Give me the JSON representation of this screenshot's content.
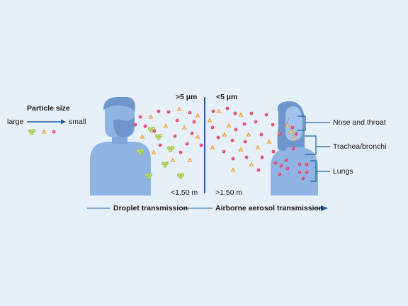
{
  "diagram": {
    "legend": {
      "title": "Particle size",
      "from_label": "large",
      "to_label": "small"
    },
    "size_labels": {
      "large": ">5 µm",
      "small": "<5 µm"
    },
    "distance_labels": {
      "near": "<1.50 m",
      "far": ">1.50 m"
    },
    "transmission_labels": {
      "droplet": "Droplet transmission",
      "aerosol": "Airborne aerosol transmission"
    },
    "body_labels": [
      "Nose and throat",
      "Trachea/bronchi",
      "Lungs"
    ],
    "colors": {
      "background": "#e6f0f8",
      "figure": "#8fb4e3",
      "figure_dark": "#6f96cc",
      "accent_blue": "#1f5f9e",
      "large_particle": "#a5cc4a",
      "medium_particle": "#f2a43a",
      "small_particle": "#e8456a"
    },
    "icons": {
      "large": "virus-cluster-icon",
      "medium": "droplet-icon",
      "small": "aerosol-icon"
    }
  }
}
